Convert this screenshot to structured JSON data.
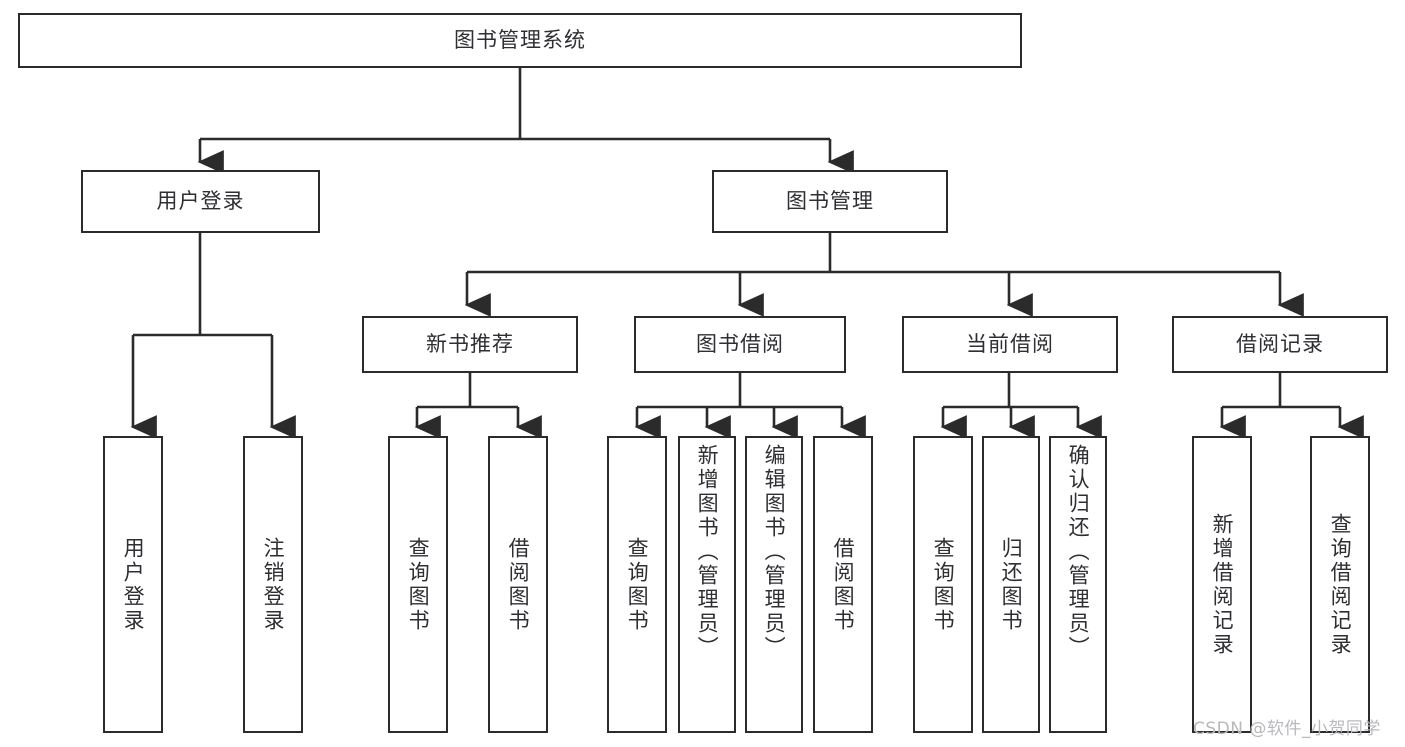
{
  "diagram": {
    "title": "图书管理系统",
    "root": {
      "label": "图书管理系统"
    },
    "level2": [
      {
        "label": "用户登录"
      },
      {
        "label": "图书管理"
      }
    ],
    "level3": [
      {
        "label": "新书推荐"
      },
      {
        "label": "图书借阅"
      },
      {
        "label": "当前借阅"
      },
      {
        "label": "借阅记录"
      }
    ],
    "leaves": {
      "user_login": [
        {
          "label": "用户登录"
        },
        {
          "label": "注销登录"
        }
      ],
      "new_book_recommend": [
        {
          "label": "查询图书"
        },
        {
          "label": "借阅图书"
        }
      ],
      "book_borrow": [
        {
          "label": "查询图书"
        },
        {
          "label": "新增图书（管理员）"
        },
        {
          "label": "编辑图书（管理员）"
        },
        {
          "label": "借阅图书"
        }
      ],
      "current_borrow": [
        {
          "label": "查询图书"
        },
        {
          "label": "归还图书"
        },
        {
          "label": "确认归还（管理员）"
        }
      ],
      "borrow_record": [
        {
          "label": "新增借阅记录"
        },
        {
          "label": "查询借阅记录"
        }
      ]
    }
  },
  "watermark": {
    "text": "CSDN @软件_小贺同学"
  },
  "colors": {
    "stroke": "#2b2b2b",
    "text": "#2f2f33",
    "background": "#ffffff",
    "watermark": "#b9b9bd"
  }
}
